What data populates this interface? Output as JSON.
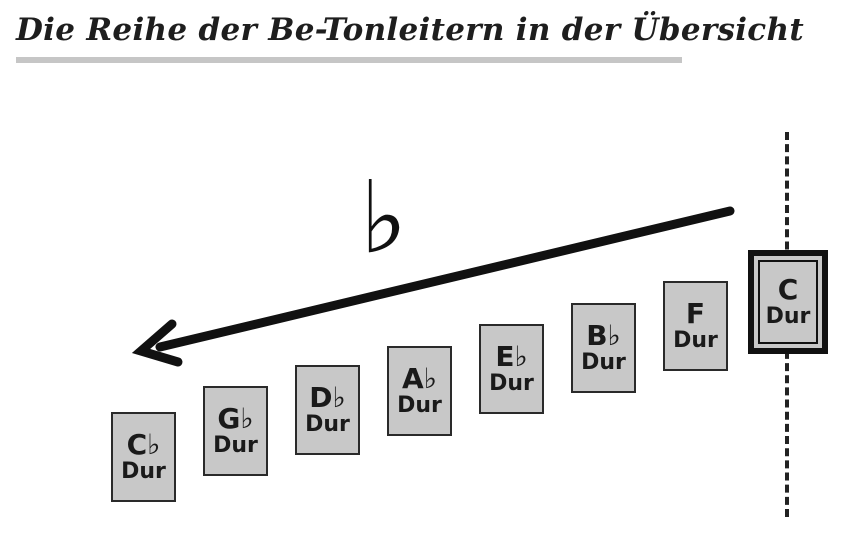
{
  "title": "Die Reihe der Be-Tonleitern in der Übersicht",
  "flat_symbol": "♭",
  "scales": [
    {
      "note": "C♭",
      "mode": "Dur"
    },
    {
      "note": "G♭",
      "mode": "Dur"
    },
    {
      "note": "D♭",
      "mode": "Dur"
    },
    {
      "note": "A♭",
      "mode": "Dur"
    },
    {
      "note": "E♭",
      "mode": "Dur"
    },
    {
      "note": "B♭",
      "mode": "Dur"
    },
    {
      "note": "F",
      "mode": "Dur"
    },
    {
      "note": "C",
      "mode": "Dur"
    }
  ],
  "colors": {
    "box_fill": "#c8c8c8",
    "box_border": "#2a2a2a",
    "title_underline": "#c6c6c6"
  }
}
